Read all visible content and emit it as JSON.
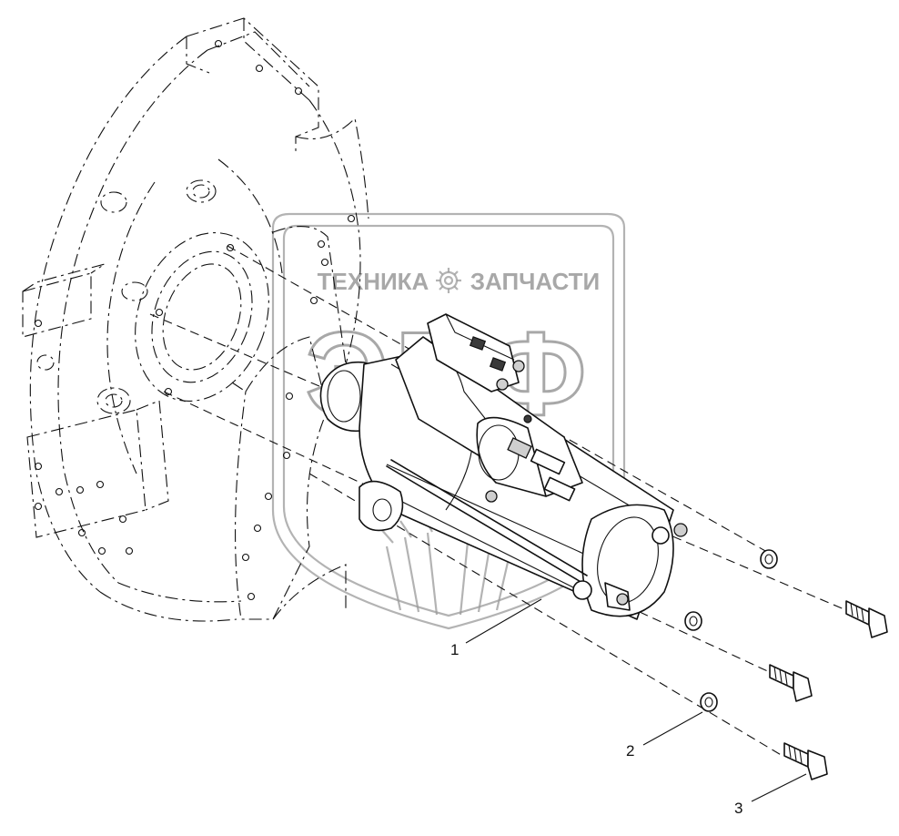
{
  "watermark": {
    "top_text_left": "ТЕХНИКА",
    "top_text_right": "ЗАПЧАСТИ",
    "big_letters": "ЭПФ",
    "gear_icon": "gear-icon",
    "color": "#9a9a9a"
  },
  "callouts": [
    {
      "id": "1",
      "label": "1"
    },
    {
      "id": "2",
      "label": "2"
    },
    {
      "id": "3",
      "label": "3"
    }
  ]
}
